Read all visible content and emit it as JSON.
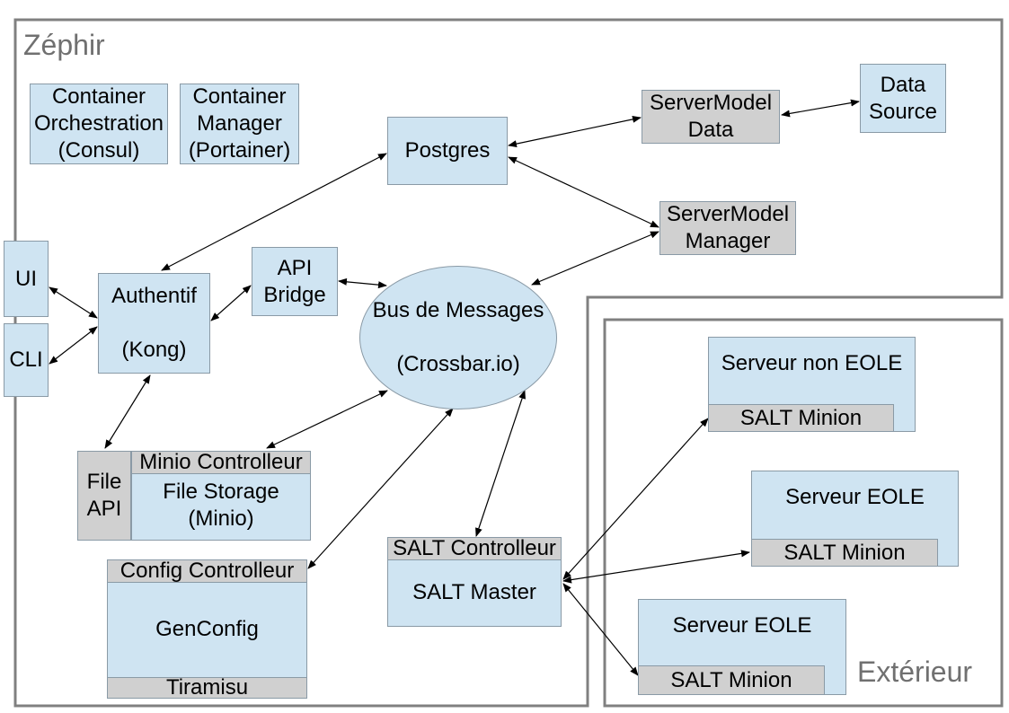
{
  "regions": {
    "zephir": "Zéphir",
    "exterieur": "Extérieur"
  },
  "nodes": {
    "orchestration": "Container\nOrchestration\n(Consul)",
    "manager": "Container\nManager\n(Portainer)",
    "postgres": "Postgres",
    "servermodel_data": "ServerModel\nData",
    "data_source": "Data\nSource",
    "servermodel_manager": "ServerModel\nManager",
    "ui": "UI",
    "cli": "CLI",
    "authentif": "Authentif\n\n(Kong)",
    "api_bridge": "API\nBridge",
    "bus": "Bus de Messages\n\n(Crossbar.io)",
    "file_api": "File\nAPI",
    "minio_controlleur": "Minio Controlleur",
    "file_storage": "File Storage\n(Minio)",
    "config_controlleur": "Config Controlleur",
    "genconfig": "GenConfig",
    "tiramisu": "Tiramisu",
    "salt_controlleur": "SALT Controlleur",
    "salt_master": "SALT Master",
    "serveur_non_eole": "Serveur non EOLE",
    "salt_minion_1": "SALT Minion",
    "serveur_eole_1": "Serveur EOLE",
    "salt_minion_2": "SALT Minion",
    "serveur_eole_2": "Serveur EOLE",
    "salt_minion_3": "SALT Minion"
  },
  "colors": {
    "component": "#cfe4f2",
    "controller": "#d0d0d0",
    "frame": "#808080",
    "region_label": "#707070"
  }
}
